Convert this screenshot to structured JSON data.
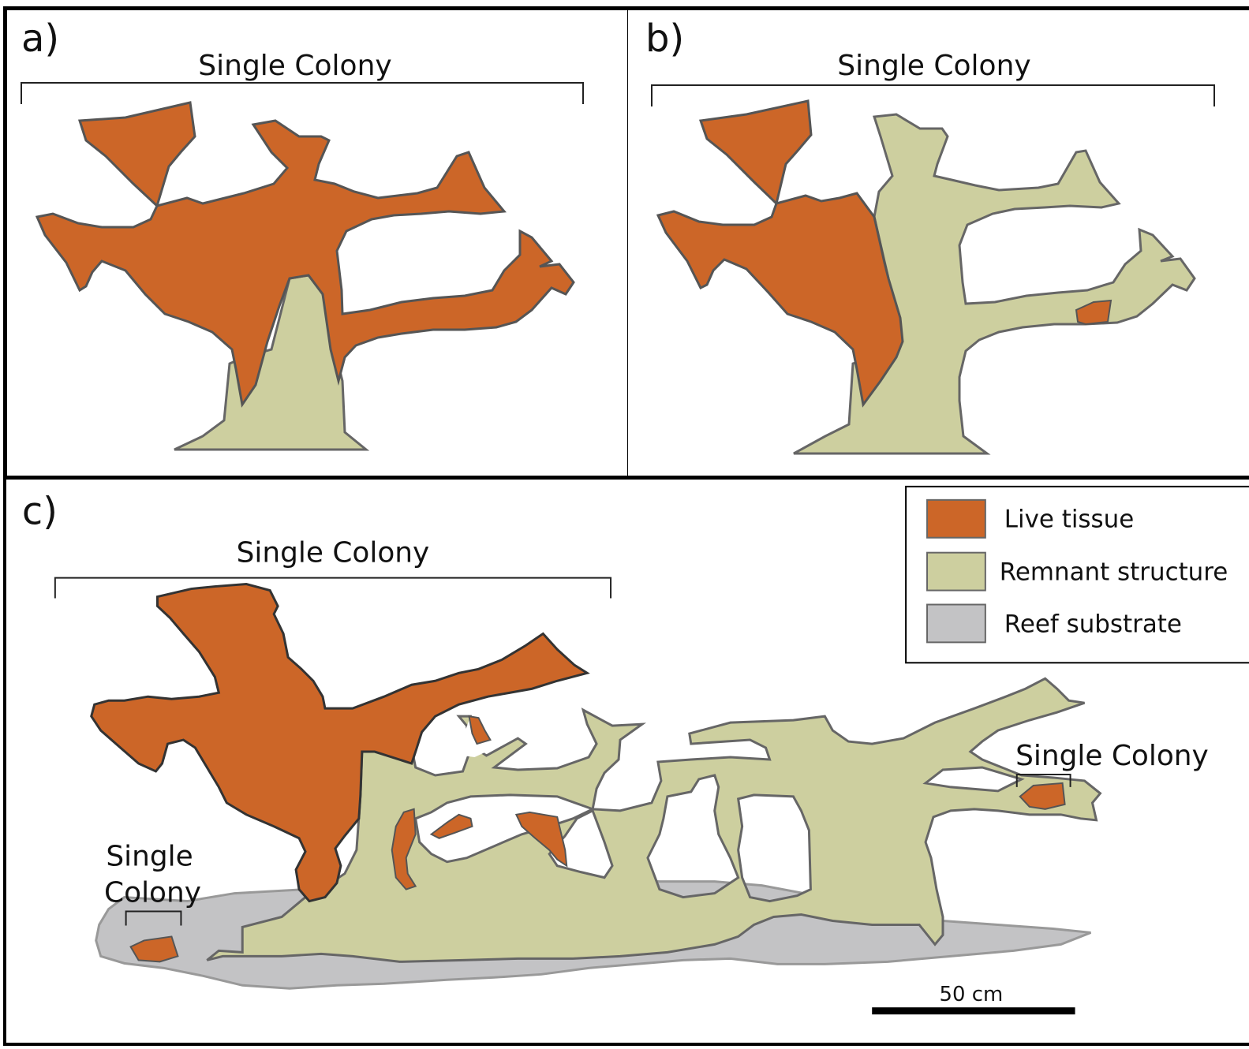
{
  "panels": {
    "a": {
      "letter": "a)",
      "colony_label": "Single Colony"
    },
    "b": {
      "letter": "b)",
      "colony_label": "Single Colony"
    },
    "c": {
      "letter": "c)",
      "colony_label_main": "Single Colony",
      "colony_label_right": "Single Colony",
      "colony_label_left_line1": "Single",
      "colony_label_left_line2": "Colony"
    }
  },
  "legend": {
    "items": [
      {
        "label": "Live tissue",
        "color": "#cc6628"
      },
      {
        "label": "Remnant structure",
        "color": "#cdcf9f"
      },
      {
        "label": "Reef substrate",
        "color": "#c3c3c5"
      }
    ]
  },
  "scale_bar": {
    "label": "50 cm"
  },
  "colors": {
    "live": "#cc6628",
    "remnant": "#cdcf9f",
    "substrate": "#c3c3c5",
    "outline": "#555555"
  }
}
